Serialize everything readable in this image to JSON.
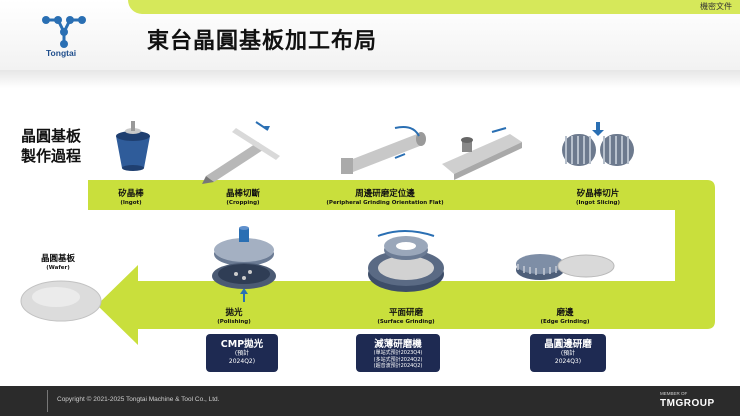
{
  "header": {
    "confidential": "機密文件",
    "title": "東台晶圓基板加工布局",
    "logo_text": "Tongtai"
  },
  "process_title": [
    "晶圓基板",
    "製作過程"
  ],
  "steps": [
    {
      "label": "矽晶棒",
      "sub": "(Ingot)"
    },
    {
      "label": "晶棒切斷",
      "sub": "(Cropping)"
    },
    {
      "label": "周邊研磨定位邊",
      "sub": "(Peripheral Grinding Orientation Flat)"
    },
    {
      "label": "矽晶棒切片",
      "sub": "(Ingot Slicing)"
    },
    {
      "label": "磨邊",
      "sub": "(Edge Grinding)"
    },
    {
      "label": "平面研磨",
      "sub": "(Surface Grinding)"
    },
    {
      "label": "拋光",
      "sub": "(Polishing)"
    },
    {
      "label": "晶圓基板",
      "sub": "(Wafer)"
    }
  ],
  "boxes": [
    {
      "title": "CMP拋光",
      "lines": [
        "(預計",
        "2024Q2)"
      ]
    },
    {
      "title": "減薄研磨機",
      "lines": [
        "(單站式預計2023Q4)",
        "(多站式預計2024Q2)",
        "(超音波預計2024Q2)"
      ]
    },
    {
      "title": "晶圓邊研磨",
      "lines": [
        "(預計",
        "2024Q3)"
      ]
    }
  ],
  "footer": {
    "copyright": "Copyright © 2021-2025 Tongtai Machine & Tool Co., Ltd.",
    "member": "MEMBER OF",
    "group": "TMGROUP"
  },
  "colors": {
    "lime": "#d6e85a",
    "arrow": "#c9df3c",
    "navy": "#1e2a52",
    "footer": "#2b2b2b"
  }
}
